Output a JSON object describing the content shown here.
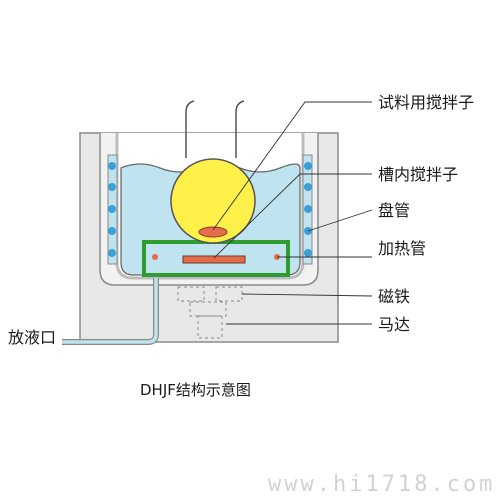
{
  "labels": {
    "test_stirrer": "试料用搅拌子",
    "tank_stirrer": "槽内搅拌子",
    "coil": "盘管",
    "heater": "加热管",
    "magnet": "磁铁",
    "motor": "马达",
    "drain": "放液口"
  },
  "caption": "DHJF结构示意图",
  "watermark": "www.hi1718.com",
  "colors": {
    "housing": "#e8e8e8",
    "housing_stroke": "#8a8a8a",
    "bath_liquid": "#bfe3ef",
    "flask_liquid": "#fff04a",
    "stir_bar": "#e36c4a",
    "heater_frame": "#2e9c2e",
    "coil_dot": "#3aa0d8",
    "inner_vessel": "#bfbfbf"
  }
}
